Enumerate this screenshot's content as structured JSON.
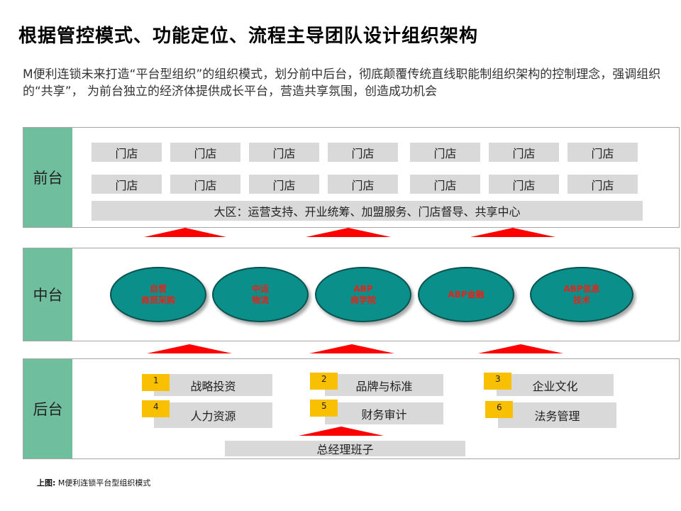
{
  "title": "根据管控模式、功能定位、流程主导团队设计组织架构",
  "description": "M便利连锁未来打造“平台型组织”的组织模式，划分前中后台，彻底颠覆传统直线职能制组织架构的控制理念，强调组织的“共享”，  为前台独立的经济体提供成长平台，营造共享氛围，创造成功机会",
  "front": {
    "label": "前台",
    "store_label": "门店",
    "row1": [
      "门店",
      "门店",
      "门店",
      "门店",
      "门店",
      "门店",
      "门店"
    ],
    "row2": [
      "门店",
      "门店",
      "门店",
      "门店",
      "门店",
      "门店",
      "门店"
    ],
    "region": "大区：运营支持、开业统筹、加盟服务、门店督导、共享中心"
  },
  "middle": {
    "label": "中台",
    "units": [
      "自营\n商贸采购",
      "中运\n物流",
      "ABP\n商学院",
      "ABP金融",
      "ABP信息\n技术"
    ]
  },
  "back": {
    "label": "后台",
    "functions": [
      {
        "num": "1",
        "name": "战略投资"
      },
      {
        "num": "2",
        "name": "品牌与标准"
      },
      {
        "num": "3",
        "name": "企业文化"
      },
      {
        "num": "4",
        "name": "人力资源"
      },
      {
        "num": "5",
        "name": "财务审计"
      },
      {
        "num": "6",
        "name": "法务管理"
      }
    ],
    "leadership": "总经理班子"
  },
  "caption": {
    "prefix": "上图:",
    "text": " M便利连锁平台型组织模式"
  },
  "colors": {
    "label_bg": "#6fbf9f",
    "box_bg": "#d9d9d9",
    "ellipse_fill": "#0b8f8a",
    "ellipse_text": "#e0261c",
    "arrow": "#ff0000",
    "number_tag": "#f8c000"
  }
}
